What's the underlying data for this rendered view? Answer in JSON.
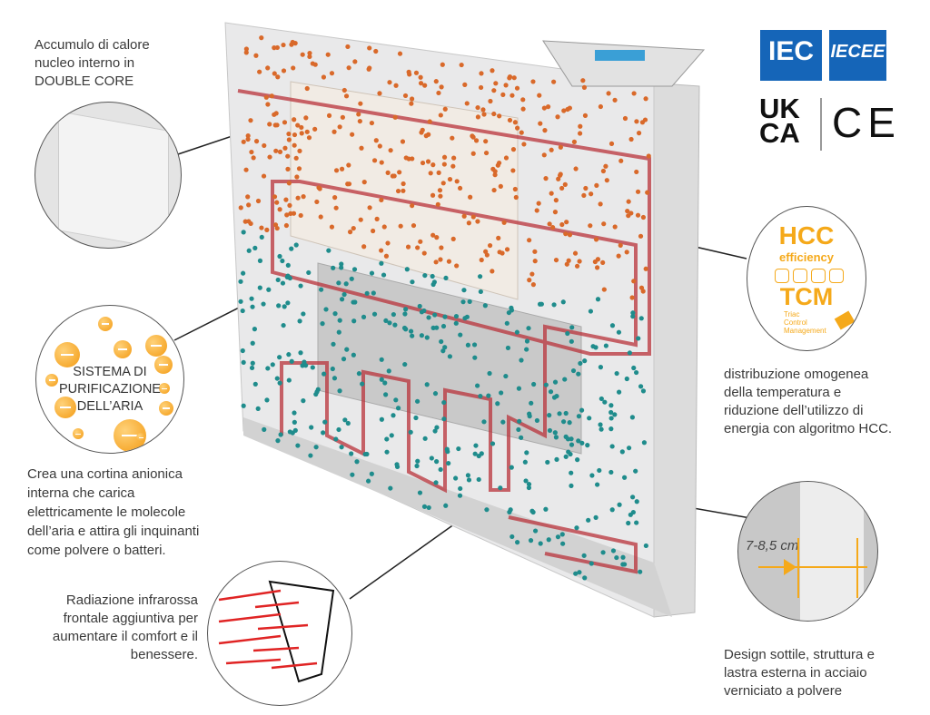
{
  "certifications": {
    "iec": "IEC",
    "iecee": "IECEE",
    "ukca_top": "UK",
    "ukca_bottom": "CA",
    "ce": "CE"
  },
  "callouts": {
    "double_core": "Accumulo di calore\nnucleo interno in\nDOUBLE CORE",
    "purification_title": "SISTEMA DI\nPURIFICAZIONE\nDELL’ARIA",
    "purification_desc": "Crea una cortina anionica\ninterna che carica\nelettricamente le molecole\ndell’aria e attira gli inquinanti\ncome polvere o batteri.",
    "infrared_desc": "Radiazione infrarossa\nfrontale aggiuntiva per\naumentare il comfort e il\nbenessere.",
    "hcc_title": "HCC",
    "hcc_sub": "efficiency",
    "tcm_title": "TCM",
    "tcm_sub": "Triac\nControl\nManagement",
    "hcc_desc": "distribuzione omogenea\ndella temperatura e\nriduzione dell’utilizzo di\nenergia con algoritmo HCC.",
    "thickness": "7-8,5 cm",
    "design_desc": "Design sottile, struttura e\nlastra esterna in acciaio\nverniciato a polvere"
  },
  "colors": {
    "accent": "#f5a91a",
    "iec_blue": "#1565b8",
    "heat": "#d9692a",
    "cool": "#1f8c8c",
    "element": "#b8323a"
  }
}
